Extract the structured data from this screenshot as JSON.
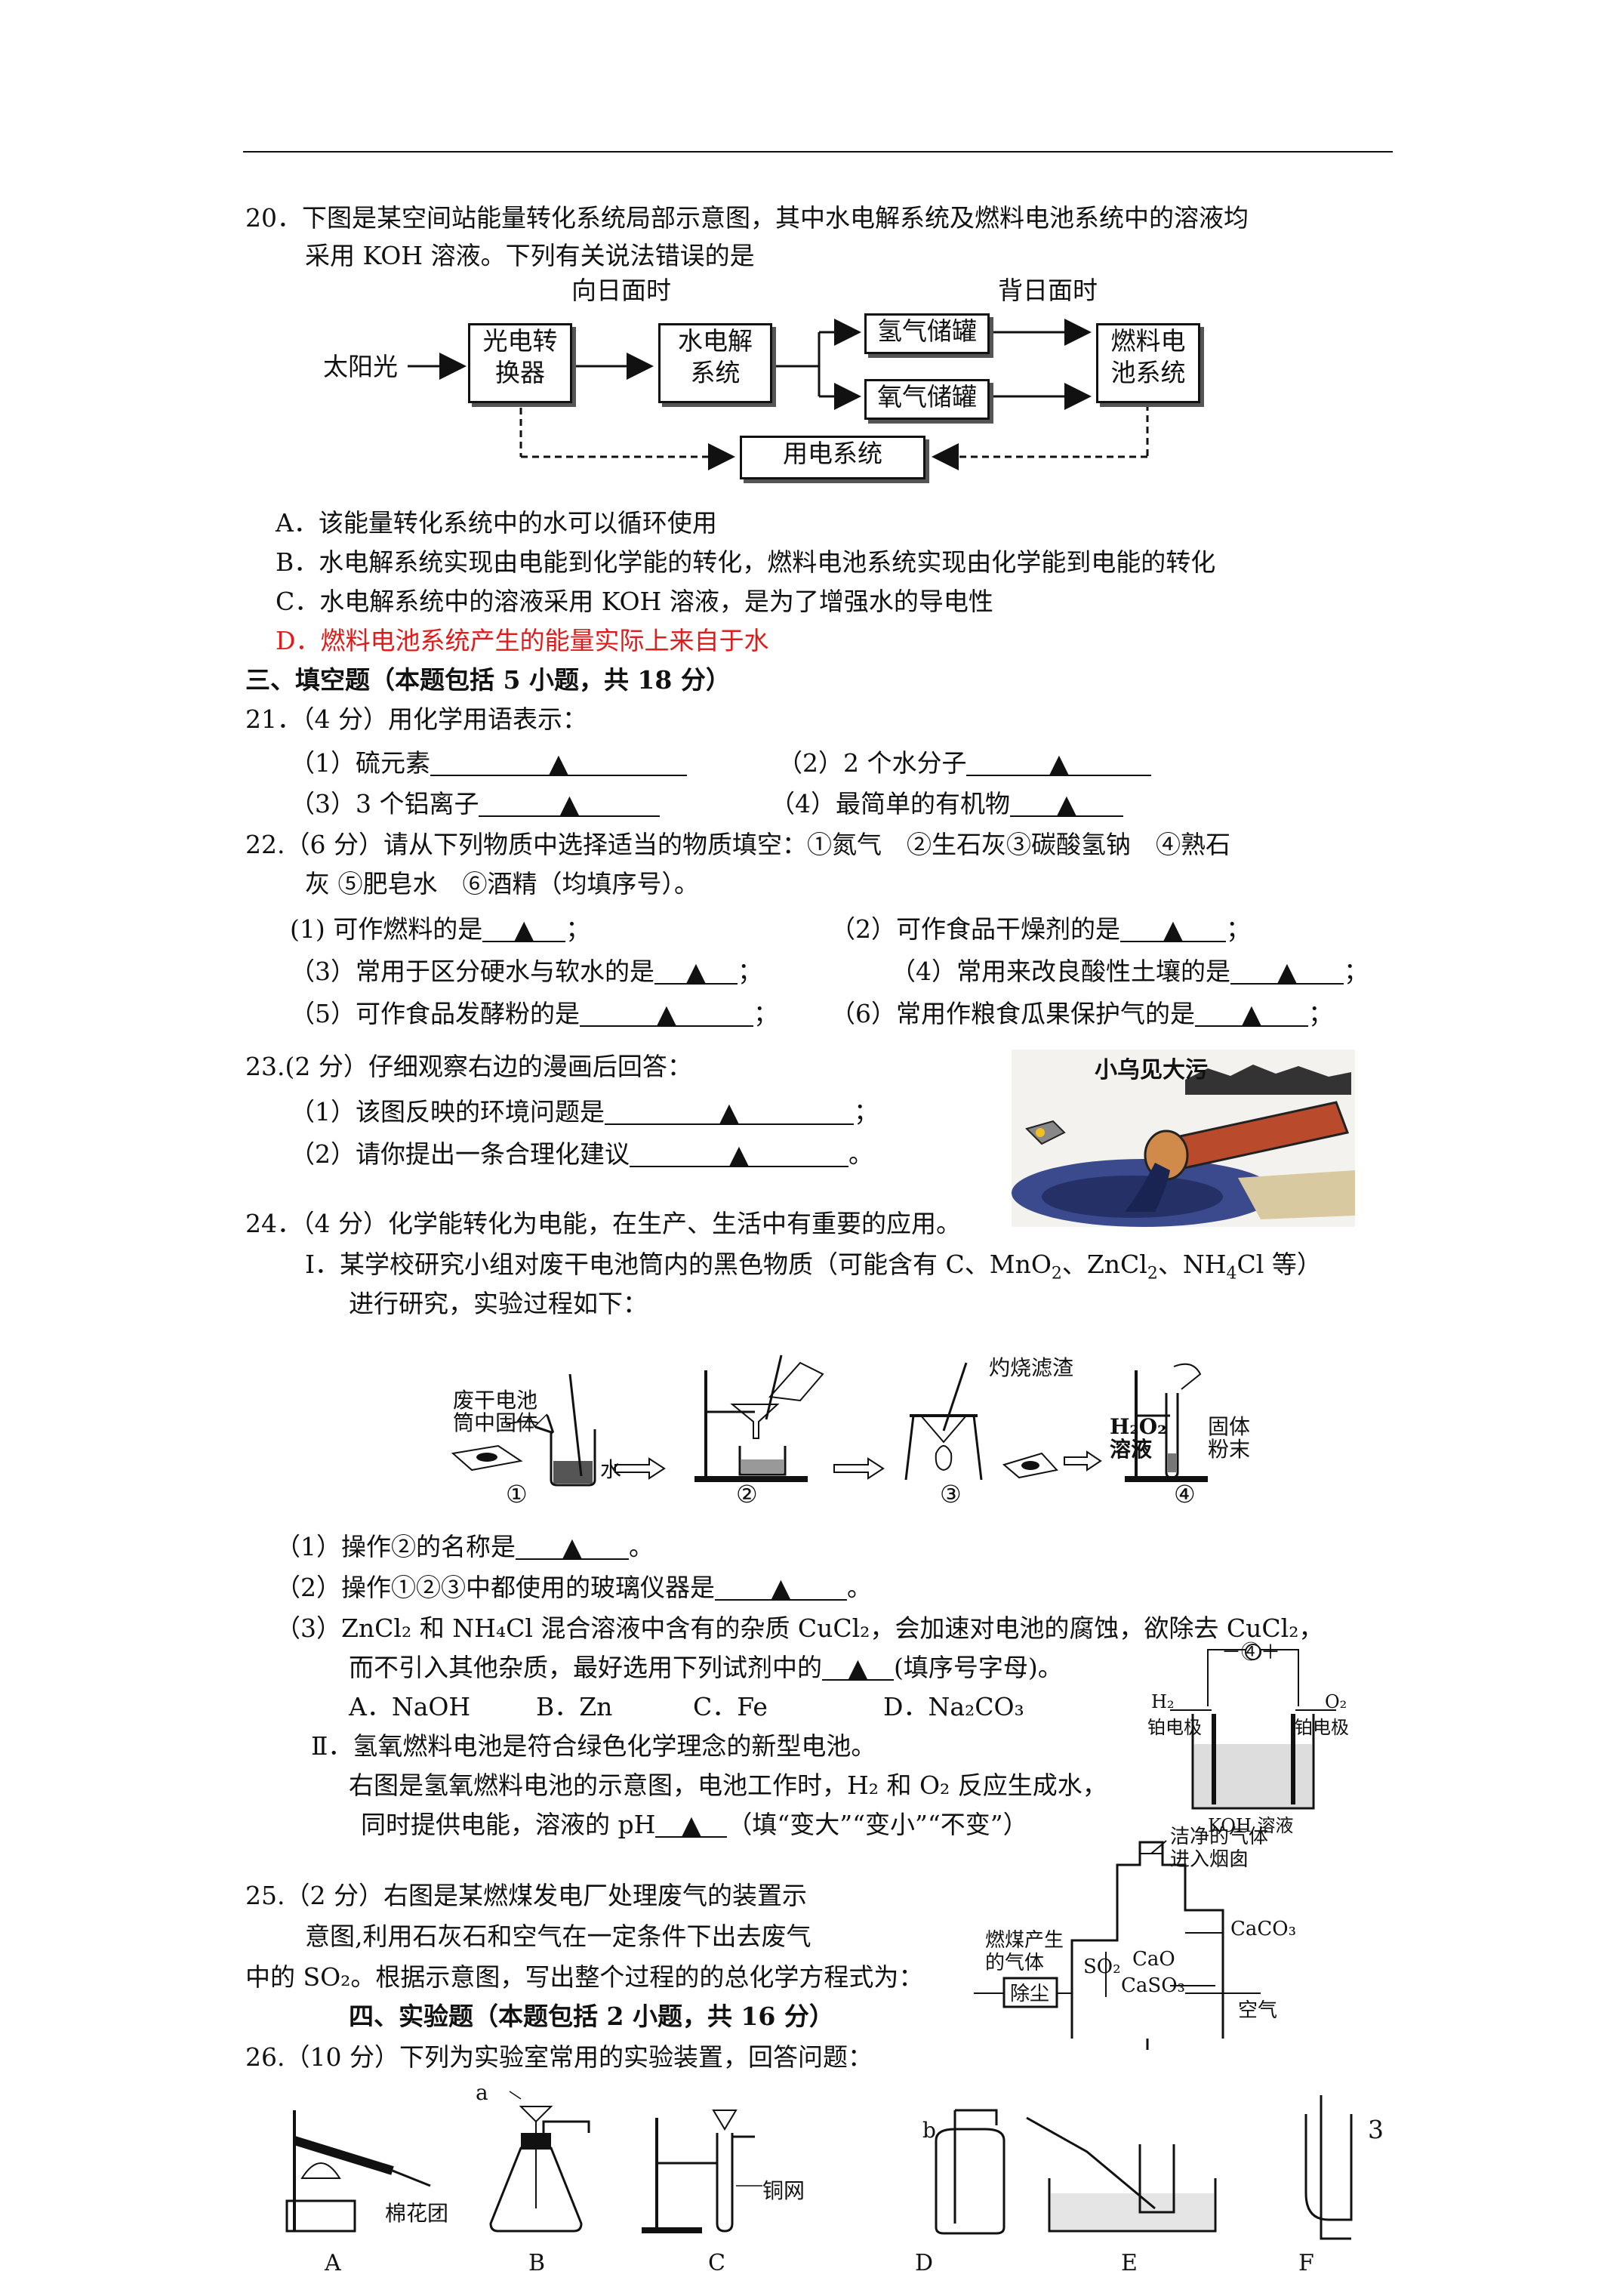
{
  "page_number": "3",
  "q20": {
    "line1": "20．下图是某空间站能量转化系统局部示意图，其中水电解系统及燃料电池系统中的溶液均",
    "line2": "采用 KOH 溶液。下列有关说法错误的是",
    "diagram": {
      "top_left_label": "向日面时",
      "top_right_label": "背日面时",
      "sunlight": "太阳光",
      "converter": [
        "光电转",
        "换器"
      ],
      "electrolysis": [
        "水电解",
        "系统"
      ],
      "h2_tank": "氢气储罐",
      "o2_tank": "氧气储罐",
      "fuel_cell": [
        "燃料电",
        "池系统"
      ],
      "power_system": "用电系统"
    },
    "options": [
      "A．该能量转化系统中的水可以循环使用",
      "B．水电解系统实现由电能到化学能的转化，燃料电池系统实现由化学能到电能的转化",
      "C．水电解系统中的溶液采用 KOH 溶液，是为了增强水的导电性",
      "D．燃料电池系统产生的能量实际上来自于水"
    ]
  },
  "section3": "三、填空题（本题包括 5 小题，共 18 分）",
  "q21": {
    "stem": "21．（4 分）用化学用语表示：",
    "items": [
      "（1）硫元素",
      "（2）2 个水分子",
      "（3）3 个铝离子",
      "（4）最简单的有机物"
    ]
  },
  "mark": "▲",
  "q22": {
    "line1": "22.（6 分）请从下列物质中选择适当的物质填空：①氮气　②生石灰③碳酸氢钠　④熟石",
    "line2": "灰 ⑤肥皂水　⑥酒精（均填序号）。",
    "items": [
      "(1) 可作燃料的是",
      "（2）可作食品干燥剂的是",
      "（3）常用于区分硬水与软水的是",
      "（4）常用来改良酸性土壤的是",
      "（5）可作食品发酵粉的是",
      "（6）常用作粮食瓜果保护气的是"
    ],
    "sep": "；"
  },
  "q23": {
    "stem": "23.(2 分）仔细观察右边的漫画后回答：",
    "items": [
      "（1）该图反映的环境问题是",
      "（2）请你提出一条合理化建议"
    ],
    "end1": "；",
    "end2": "。",
    "cartoon_title": "小乌见大污"
  },
  "q24": {
    "stem": "24．（4 分）化学能转化为电能，在生产、生活中有重要的应用。",
    "part1_a": "I．某学校研究小组对废干电池筒内的黑色物质（可能含有 C、MnO",
    "part1_b": "、ZnCl",
    "part1_c": "、NH",
    "part1_d": "Cl 等）",
    "part1_line2": "进行研究，实验过程如下：",
    "fig_labels": {
      "solid": [
        "废干电池",
        "筒中固体"
      ],
      "water": "水",
      "burn": "灼烧滤渣",
      "h2o2": [
        "H₂O₂",
        "溶液"
      ],
      "powder": [
        "固体",
        "粉末"
      ],
      "steps": [
        "①",
        "②",
        "③",
        "④"
      ]
    },
    "q1": "（1）操作②的名称是",
    "q1_end": "。",
    "q2": "（2）操作①②③中都使用的玻璃仪器是",
    "q2_end": "。",
    "q3_line1": "（3）ZnCl₂ 和 NH₄Cl 混合溶液中含有的杂质 CuCl₂，会加速对电池的腐蚀，欲除去 CuCl₂，",
    "q3_line2": "而不引入其他杂质，最好选用下列试剂中的",
    "q3_line2_end": "(填序号字母)。",
    "q3_options": [
      "A．NaOH",
      "B．Zn",
      "C．Fe",
      "D．Na₂CO₃"
    ],
    "part2_line1": "Ⅱ．氢氧燃料电池是符合绿色化学理念的新型电池。",
    "part2_line2": "右图是氢氧燃料电池的示意图，电池工作时，H₂ 和 O₂ 反应生成水，",
    "part2_line3a": "同时提供电能，溶液的 pH",
    "part2_line3b": "（填“变大”“变小”“不变”）",
    "cell_labels": {
      "h2": "H₂",
      "o2": "O₂",
      "electrode_l": "铂电极",
      "electrode_r": "铂电极",
      "koh": "KOH 溶液",
      "signs": "－④＋"
    }
  },
  "q25": {
    "line1": "25.（2 分）右图是某燃煤发电厂处理废气的装置示",
    "line2": "意图,利用石灰石和空气在一定条件下出去废气",
    "line3": "中的 SO₂。根据示意图，写出整个过程的的总化学方程式为：",
    "fig": {
      "clean_gas": [
        "洁净的气体",
        "进入烟囱"
      ],
      "caco3": "CaCO₃",
      "flue_gas": [
        "燃煤产生",
        "的气体"
      ],
      "so2": "SO₂",
      "cao": "CaO",
      "caso3": "CaSO₃",
      "dust": "除尘",
      "air": "空气"
    }
  },
  "section4": "四、实验题（本题包括 2 小题，共 16 分）",
  "q26": {
    "stem": "26.（10 分）下列为实验室常用的实验装置，回答问题：",
    "labels": [
      "A",
      "B",
      "C",
      "D",
      "E",
      "F"
    ],
    "cotton": "棉花团",
    "copper_mesh": "铜网",
    "a": "a",
    "b": "b"
  }
}
